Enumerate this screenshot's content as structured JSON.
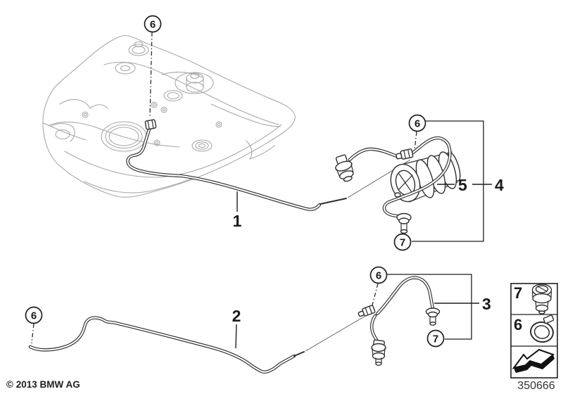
{
  "diagram": {
    "copyright": "© 2013 BMW AG",
    "diagram_number": "350666",
    "colors": {
      "line_dark": "#2e2e2e",
      "line_light": "#a8a8a8",
      "background": "#ffffff"
    },
    "callouts": {
      "line_feed": "1",
      "line_return": "2",
      "hose": "3",
      "filter_assembly": "4",
      "filter": "5",
      "clip": "6",
      "grommet": "7"
    },
    "legend": {
      "rows": [
        {
          "label": "7",
          "icon": "grommet-icon"
        },
        {
          "label": "6",
          "icon": "hose-clamp-icon"
        },
        {
          "label": "",
          "icon": "direction-arrow-icon"
        }
      ]
    }
  }
}
